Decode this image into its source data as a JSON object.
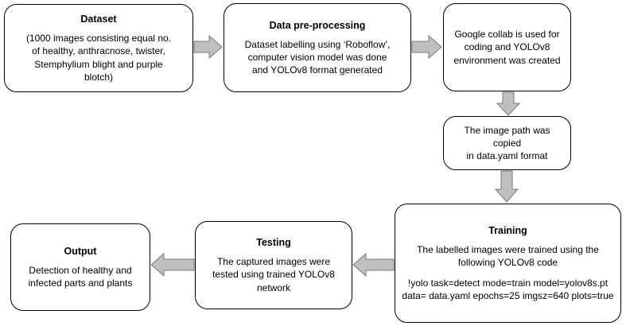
{
  "nodes": {
    "dataset": {
      "title": "Dataset",
      "body": "(1000 images consisting equal no.\nof healthy, anthracnose, twister,\nStemphylium blight and purple\nblotch)"
    },
    "preprocessing": {
      "title": "Data pre-processing",
      "body": "Dataset labelling using ‘Roboflow’,\ncomputer vision model was done\nand YOLOv8 format generated"
    },
    "colab": {
      "body": "Google collab is used for\ncoding and YOLOv8\nenvironment was created"
    },
    "image_path": {
      "body": "The image path was copied\nin data.yaml format"
    },
    "training": {
      "title": "Training",
      "body": "The labelled images were trained using the\nfollowing YOLOv8 code",
      "code": "!yolo task=detect mode=train model=yolov8s.pt\ndata= data.yaml epochs=25 imgsz=640 plots=true"
    },
    "testing": {
      "title": "Testing",
      "body": "The captured images were\ntested using trained YOLOv8\nnetwork"
    },
    "output": {
      "title": "Output",
      "body": "Detection of healthy and\ninfected parts and plants"
    }
  },
  "edges": [
    {
      "from": "Dataset",
      "to": "Data pre-processing"
    },
    {
      "from": "Data pre-processing",
      "to": "Google collab"
    },
    {
      "from": "Google collab",
      "to": "Image path"
    },
    {
      "from": "Image path",
      "to": "Training"
    },
    {
      "from": "Training",
      "to": "Testing"
    },
    {
      "from": "Testing",
      "to": "Output"
    }
  ],
  "colors": {
    "arrow_fill": "#bfbfbf",
    "arrow_stroke": "#7a7a7a",
    "border": "#000000"
  }
}
